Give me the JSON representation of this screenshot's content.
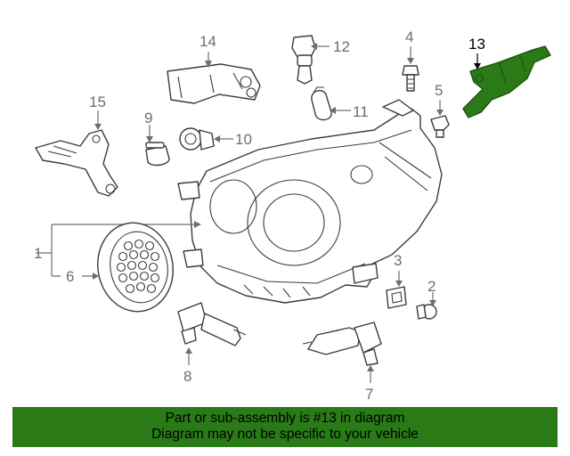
{
  "diagram": {
    "callouts": {
      "c1": "1",
      "c2": "2",
      "c3": "3",
      "c4": "4",
      "c5": "5",
      "c6": "6",
      "c7": "7",
      "c8": "8",
      "c9": "9",
      "c10": "10",
      "c11": "11",
      "c12": "12",
      "c13": "13",
      "c14": "14",
      "c15": "15"
    },
    "highlighted_part": "13",
    "highlight_color": "#2a7a17"
  },
  "footer": {
    "line1": "Part or sub-assembly is #13 in diagram",
    "line2": "Diagram may not be specific to your vehicle",
    "background": "#2a7a17"
  }
}
